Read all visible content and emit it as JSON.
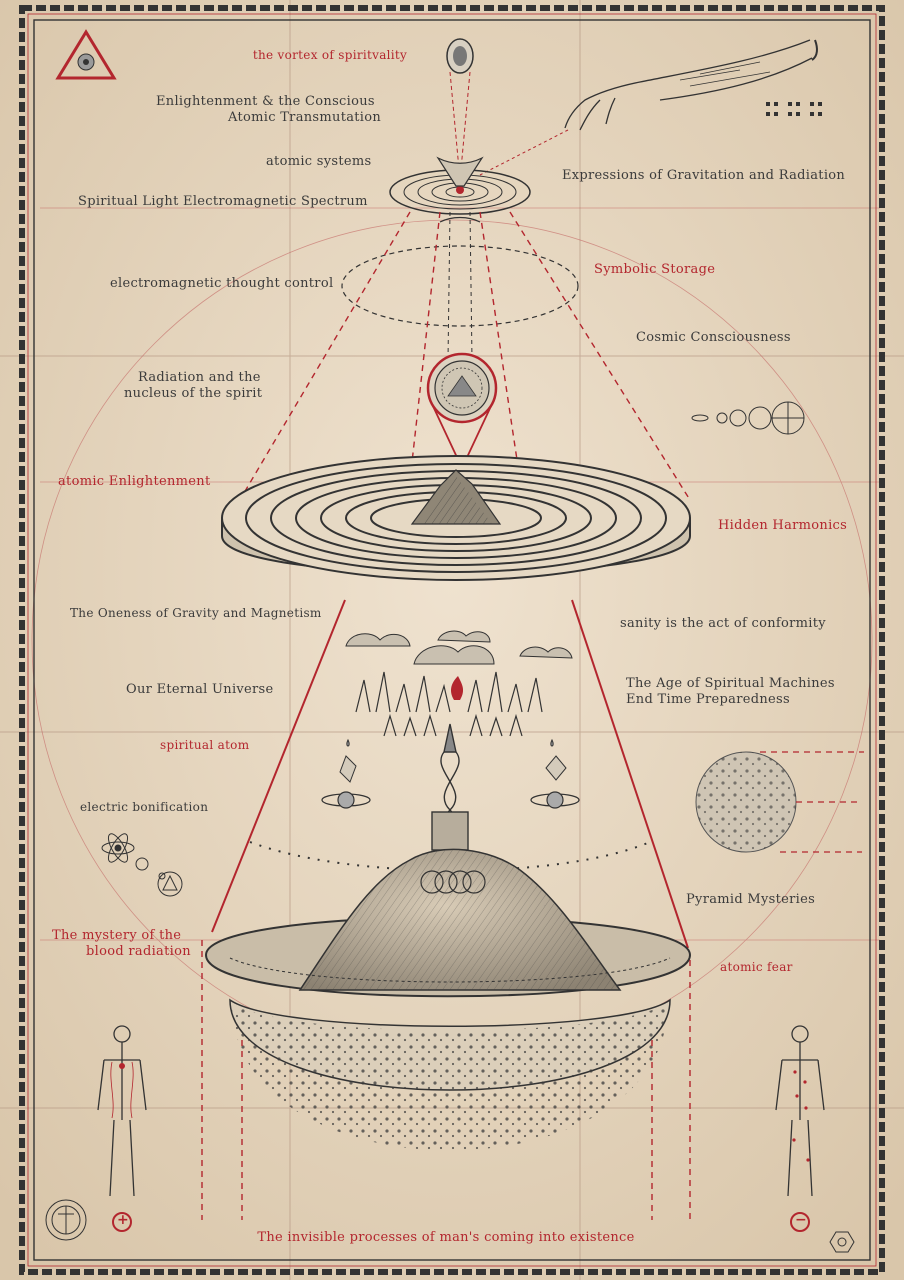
{
  "labels": {
    "vortex": "the vortex of spiritvality",
    "enlightenment_line1": "Enlightenment & the Conscious",
    "enlightenment_line2": "Atomic Transmutation",
    "atomic_systems": "atomic systems",
    "spiritual_light": "Spiritual Light Electromagnetic Spectrum",
    "expressions": "Expressions of Gravitation and Radiation",
    "thought_control": "electromagnetic thought control",
    "symbolic_storage": "Symbolic Storage",
    "cosmic_consciousness": "Cosmic Consciousness",
    "radiation_line1": "Radiation and the",
    "radiation_line2": "nucleus of the spirit",
    "atomic_enlightenment": "atomic Enlightenment",
    "hidden_harmonics": "Hidden Harmonics",
    "oneness": "The Oneness of Gravity and Magnetism",
    "sanity": "sanity is the act of conformity",
    "eternal_universe": "Our Eternal Universe",
    "age_line1": "The Age of Spiritual Machines",
    "age_line2": "End Time Preparedness",
    "spiritual_atom": "spiritual atom",
    "electric": "electric bonification",
    "pyramid": "Pyramid Mysteries",
    "blood_line1": "The mystery of the",
    "blood_line2": "blood radiation",
    "atomic_fear": "atomic fear",
    "bottom_caption": "The invisible processes of man's coming into existence",
    "plus_symbol": "+",
    "minus_symbol": "−"
  },
  "colors": {
    "paper": "#e8d9c4",
    "ink": "#3b3b3b",
    "red": "#b3262e"
  }
}
